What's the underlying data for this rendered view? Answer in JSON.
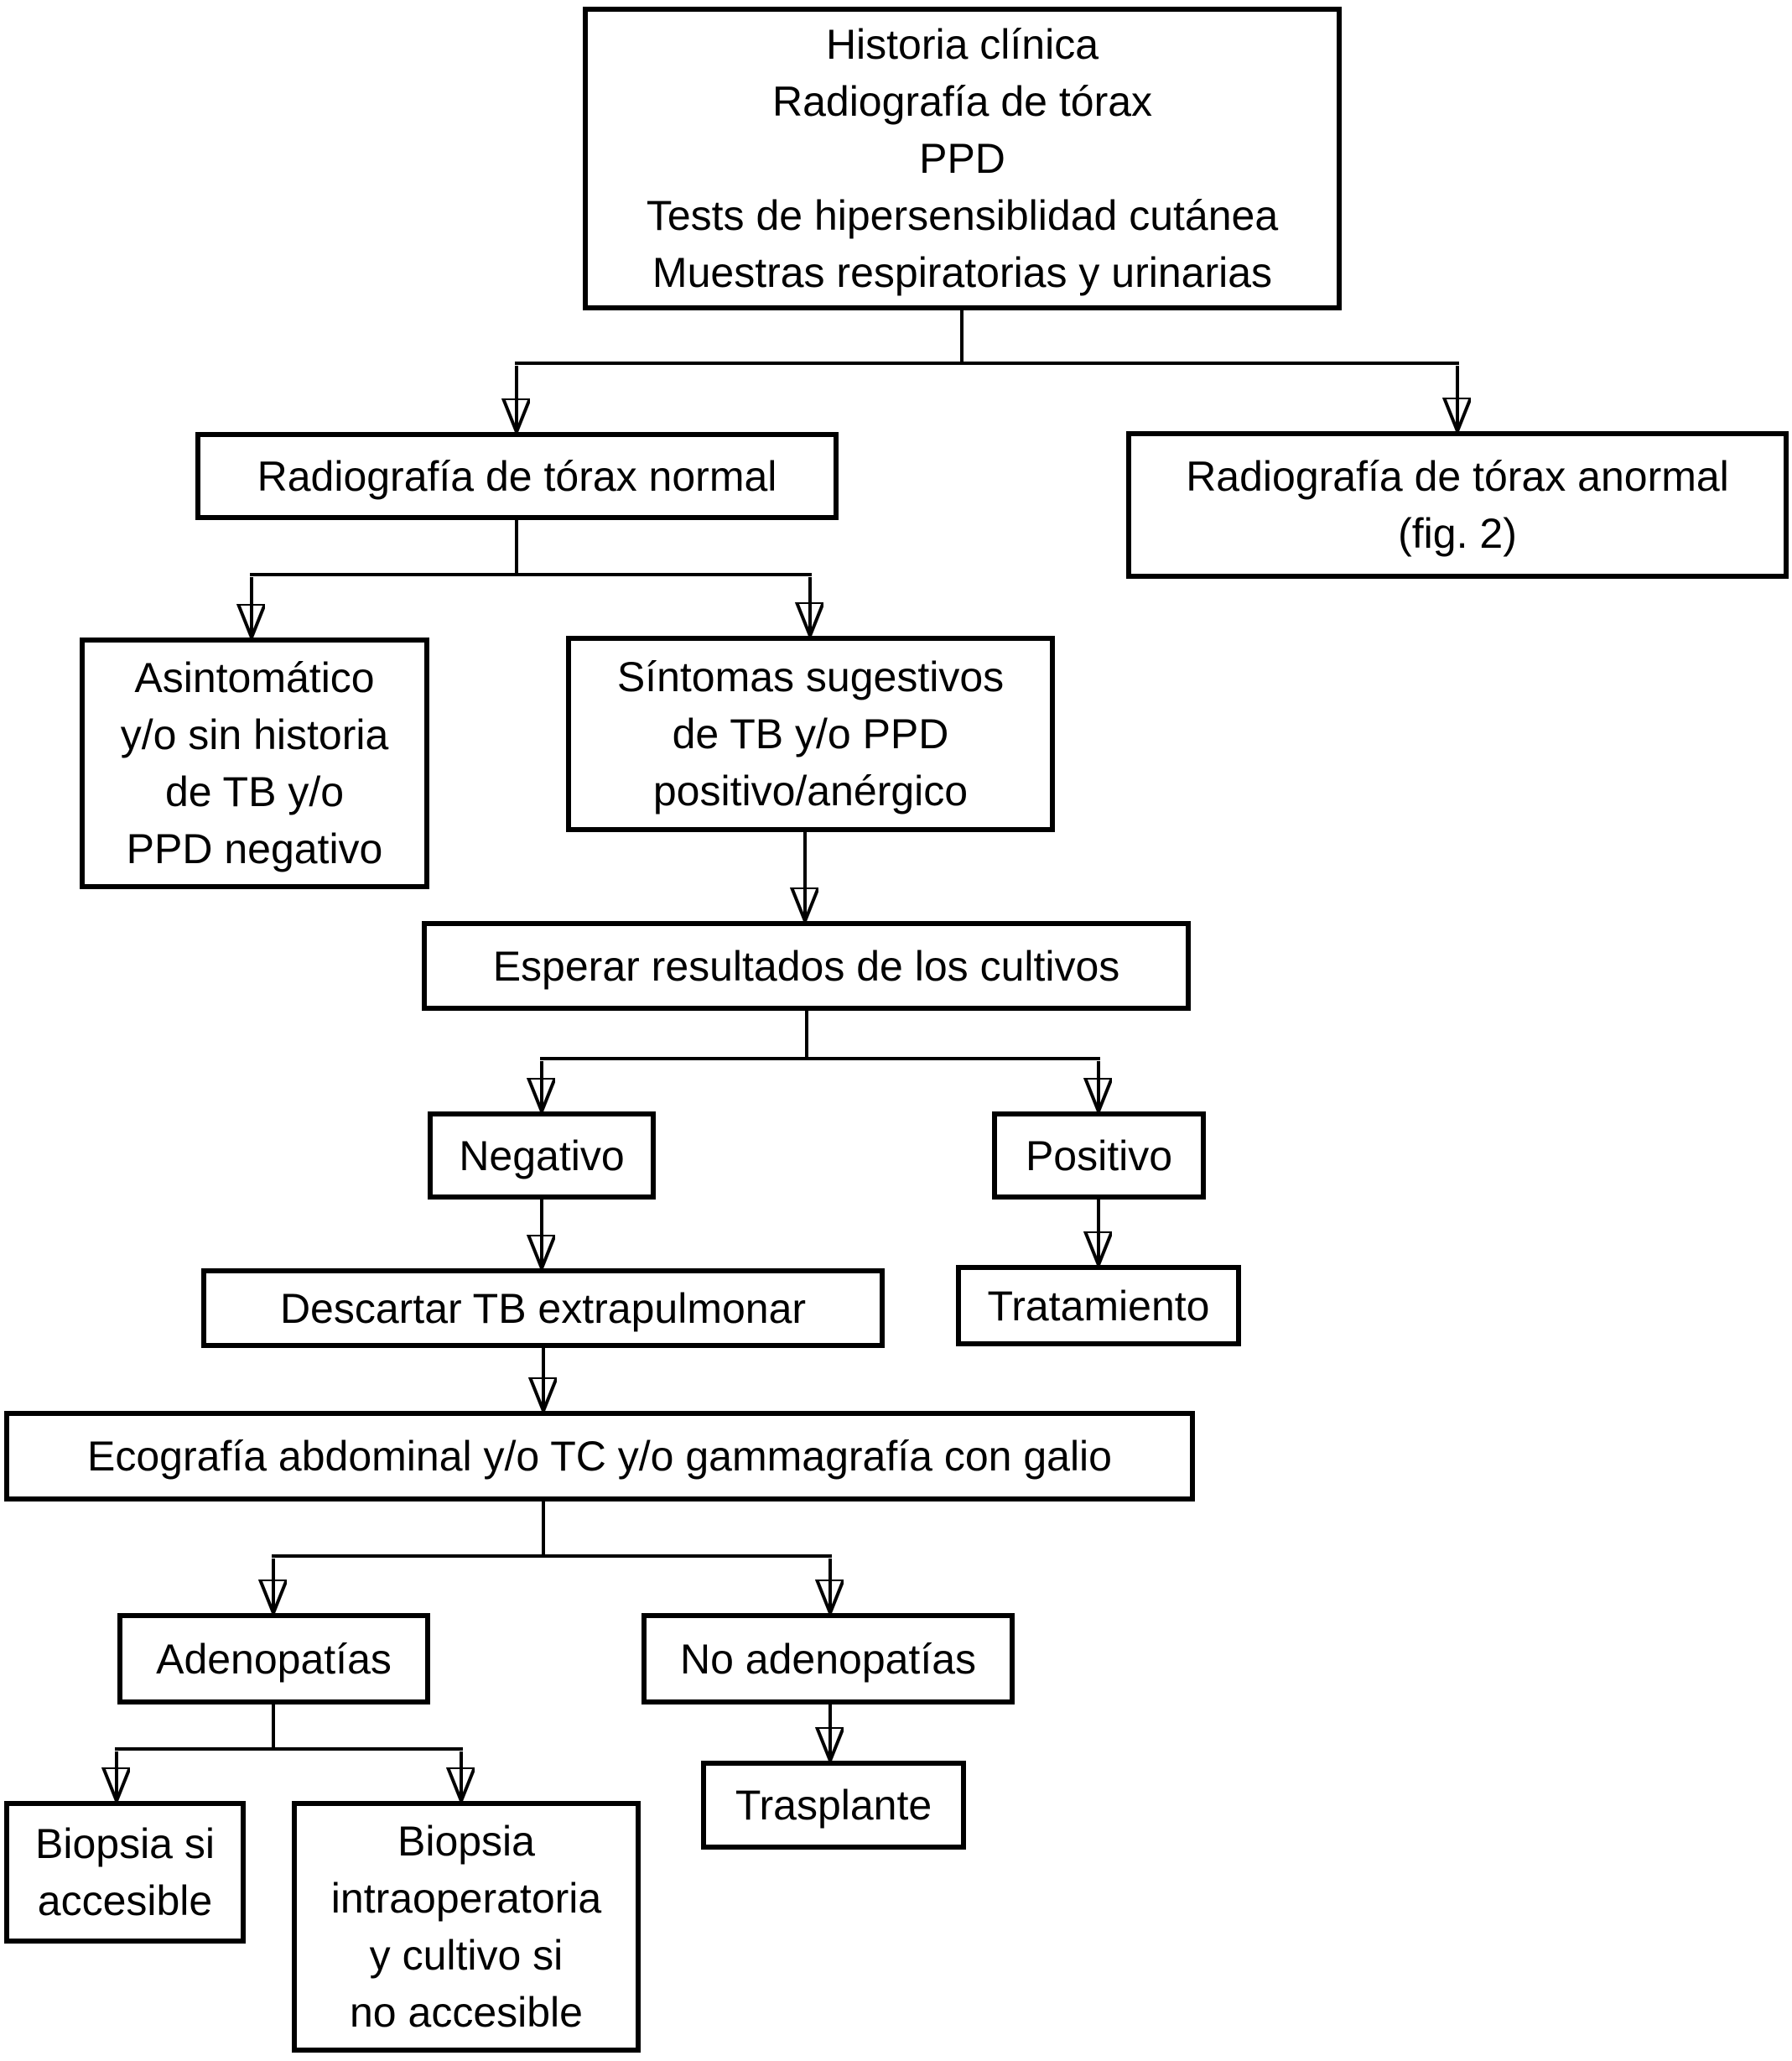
{
  "diagram": {
    "type": "flowchart",
    "language": "es",
    "colors": {
      "line": "#000000",
      "box_border": "#000000",
      "box_background": "#ffffff",
      "text": "#000000",
      "page_background": "#ffffff"
    },
    "nodes": {
      "historia": {
        "label": "Historia clínica\nRadiografía de tórax\nPPD\nTests de hipersensiblidad cutánea\nMuestras respiratorias y urinarias"
      },
      "rx_normal": {
        "label": "Radiografía de tórax normal"
      },
      "rx_anormal": {
        "label": "Radiografía de tórax anormal\n(fig. 2)"
      },
      "asintomatico": {
        "label": "Asintomático\ny/o sin historia\nde TB y/o\nPPD negativo"
      },
      "sintomas": {
        "label": "Síntomas sugestivos\nde TB y/o PPD\npositivo/anérgico"
      },
      "esperar": {
        "label": "Esperar resultados de los cultivos"
      },
      "negativo": {
        "label": "Negativo"
      },
      "positivo": {
        "label": "Positivo"
      },
      "descartar": {
        "label": "Descartar TB extrapulmonar"
      },
      "tratamiento": {
        "label": "Tratamiento"
      },
      "ecografia": {
        "label": "Ecografía abdominal y/o TC y/o gammagrafía con galio"
      },
      "adenopatias": {
        "label": "Adenopatías"
      },
      "no_adenopatias": {
        "label": "No adenopatías"
      },
      "biopsia_accesible": {
        "label": "Biopsia si\naccesible"
      },
      "biopsia_intraop": {
        "label": "Biopsia\nintraoperatoria\ny cultivo si\nno accesible"
      },
      "trasplante": {
        "label": "Trasplante"
      }
    },
    "edges": [
      {
        "from": "historia",
        "to": "rx_normal"
      },
      {
        "from": "historia",
        "to": "rx_anormal"
      },
      {
        "from": "rx_normal",
        "to": "asintomatico"
      },
      {
        "from": "rx_normal",
        "to": "sintomas"
      },
      {
        "from": "sintomas",
        "to": "esperar"
      },
      {
        "from": "esperar",
        "to": "negativo"
      },
      {
        "from": "esperar",
        "to": "positivo"
      },
      {
        "from": "negativo",
        "to": "descartar"
      },
      {
        "from": "positivo",
        "to": "tratamiento"
      },
      {
        "from": "descartar",
        "to": "ecografia"
      },
      {
        "from": "ecografia",
        "to": "adenopatias"
      },
      {
        "from": "ecografia",
        "to": "no_adenopatias"
      },
      {
        "from": "adenopatias",
        "to": "biopsia_accesible"
      },
      {
        "from": "adenopatias",
        "to": "biopsia_intraop"
      },
      {
        "from": "no_adenopatias",
        "to": "trasplante"
      }
    ]
  }
}
